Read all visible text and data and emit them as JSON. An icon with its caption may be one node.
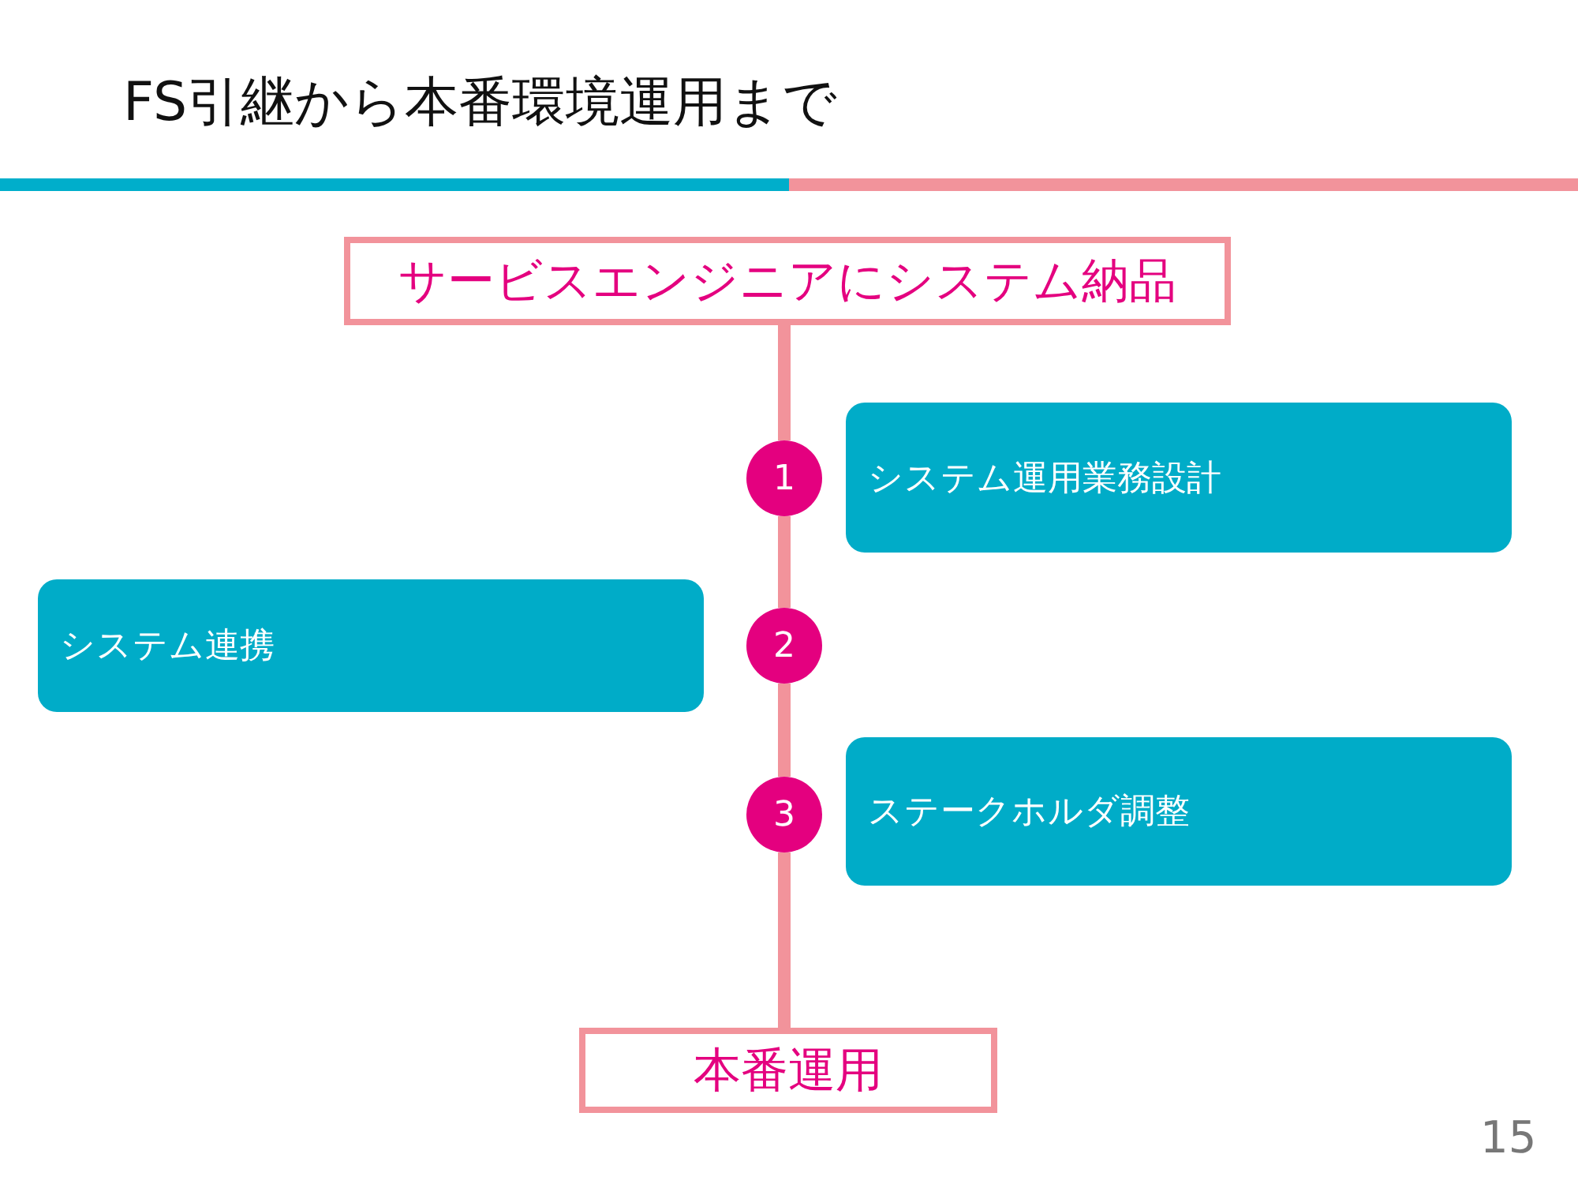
{
  "diagram": {
    "title": "FS引継から本番環境運用まで",
    "nodes": [
      {
        "text": [
          "サービスエンジニアにシステム納品"
        ]
      },
      {
        "text": [
          "1"
        ]
      },
      {
        "text": [
          "システム運用業務設計"
        ]
      },
      {
        "text": [
          "2"
        ]
      },
      {
        "text": [
          "システム連携"
        ]
      },
      {
        "text": [
          "3"
        ]
      },
      {
        "text": [
          "ステークホルダ調整"
        ]
      },
      {
        "text": [
          "本番運用"
        ]
      }
    ],
    "edges": [
      {
        "from": 0,
        "to": 1,
        "arrow": "none"
      },
      {
        "from": 1,
        "to": 3,
        "arrow": "none"
      },
      {
        "from": 3,
        "to": 5,
        "arrow": "none"
      },
      {
        "from": 5,
        "to": 7,
        "arrow": "none"
      }
    ],
    "labels": [
      "15"
    ]
  }
}
